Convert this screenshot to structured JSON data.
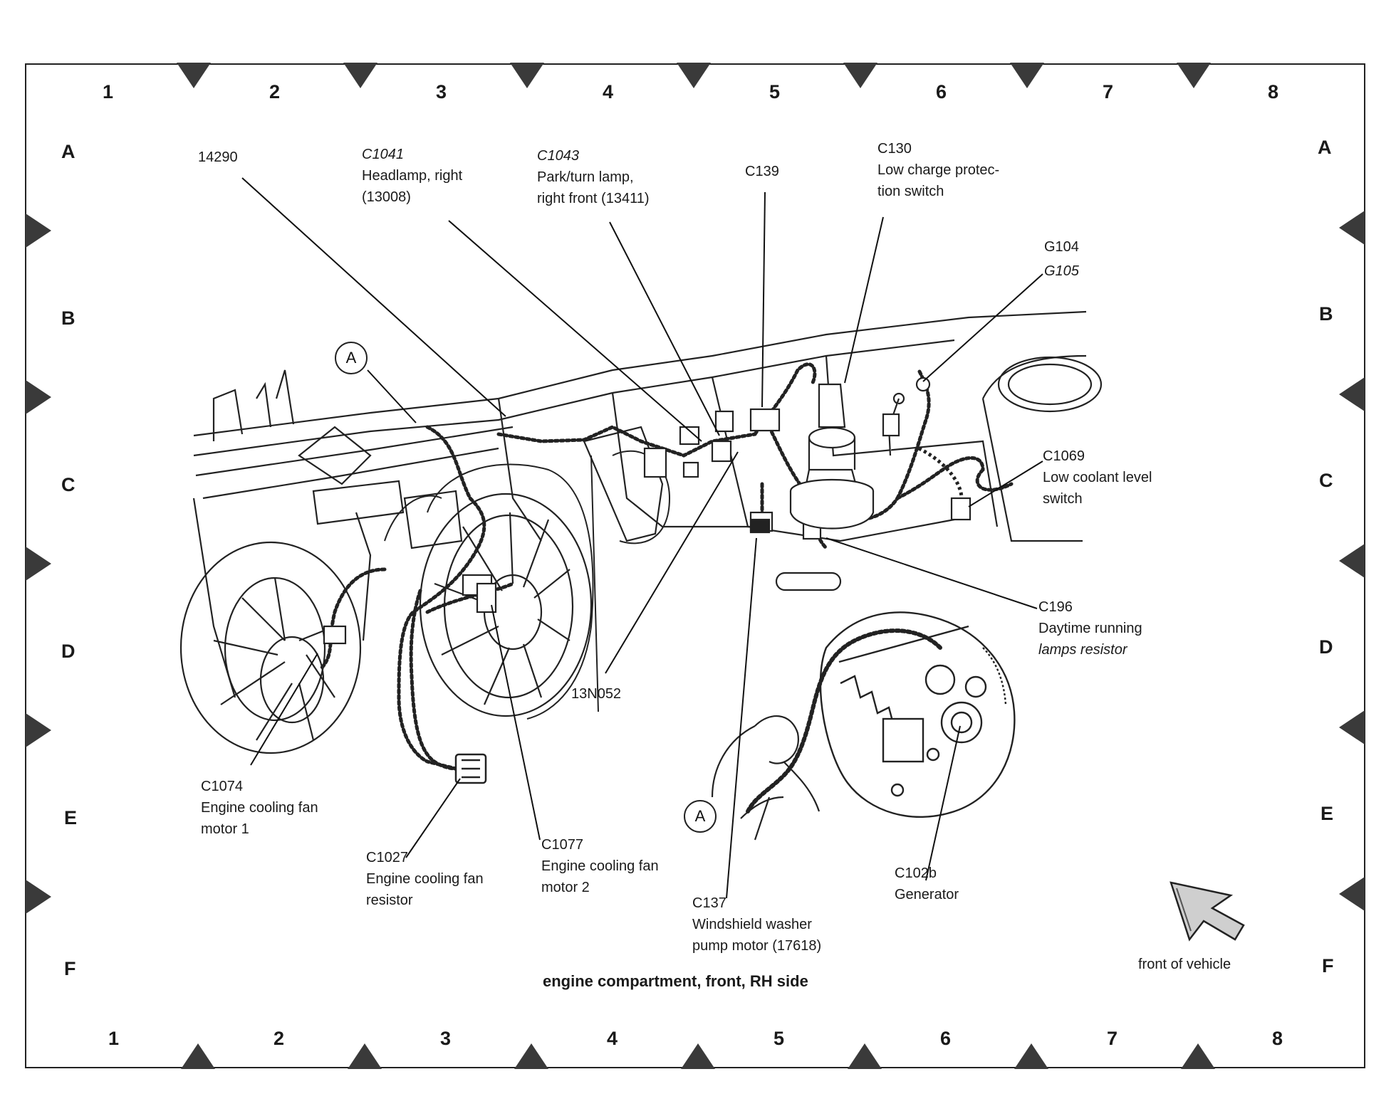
{
  "grid": {
    "columns": [
      "1",
      "2",
      "3",
      "4",
      "5",
      "6",
      "7",
      "8"
    ],
    "rows": [
      "A",
      "B",
      "C",
      "D",
      "E",
      "F"
    ]
  },
  "caption": "engine compartment, front, RH side",
  "direction_label": "front of vehicle",
  "callout_marker": "A",
  "labels": {
    "l14290": {
      "code": "14290"
    },
    "c1041": {
      "code": "C1041",
      "line1": "Headlamp, right",
      "line2": "(13008)"
    },
    "c1043": {
      "code": "C1043",
      "line1": "Park/turn lamp,",
      "line2": "right front (13411)"
    },
    "c139": {
      "code": "C139"
    },
    "c130": {
      "code": "C130",
      "line1": "Low charge protec-",
      "line2": "tion switch"
    },
    "g104": {
      "code": "G104",
      "code2": "G105"
    },
    "c1069": {
      "code": "C1069",
      "line1": "Low coolant level",
      "line2": "switch"
    },
    "c196": {
      "code": "C196",
      "line1": "Daytime running",
      "line2": "lamps resistor"
    },
    "n13n052": {
      "code": "13N052"
    },
    "c1074": {
      "code": "C1074",
      "line1": "Engine cooling fan",
      "line2": "motor 1"
    },
    "c1027": {
      "code": "C1027",
      "line1": "Engine cooling fan",
      "line2": "resistor"
    },
    "c1077": {
      "code": "C1077",
      "line1": "Engine cooling fan",
      "line2": "motor 2"
    },
    "c137": {
      "code": "C137",
      "line1": "Windshield washer",
      "line2": "pump motor (17618)"
    },
    "c102b": {
      "code": "C102b",
      "line1": "Generator"
    }
  },
  "colors": {
    "ink": "#1a1a1a",
    "frame": "#222222",
    "tick": "#3a3a3a",
    "paper": "#ffffff"
  }
}
